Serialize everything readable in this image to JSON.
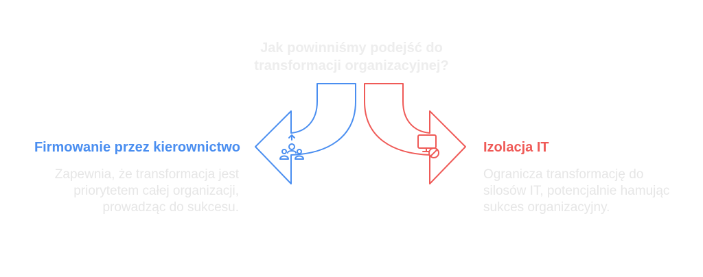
{
  "question": {
    "line1": "Jak powinniśmy podejść do",
    "line2": "transformacji organizacyjnej?"
  },
  "left_option": {
    "title": "Firmowanie przez kierownictwo",
    "description": "Zapewnia, że transformacja jest priorytetem całej organizacji, prowadząc do sukcesu.",
    "icon": "leadership-team-icon",
    "color": "#4a8ef0"
  },
  "right_option": {
    "title": "Izolacja IT",
    "description": "Ogranicza transformację do silosów IT, potencjalnie hamując sukces organizacyjny.",
    "icon": "computer-blocked-icon",
    "color": "#ef5a57"
  }
}
